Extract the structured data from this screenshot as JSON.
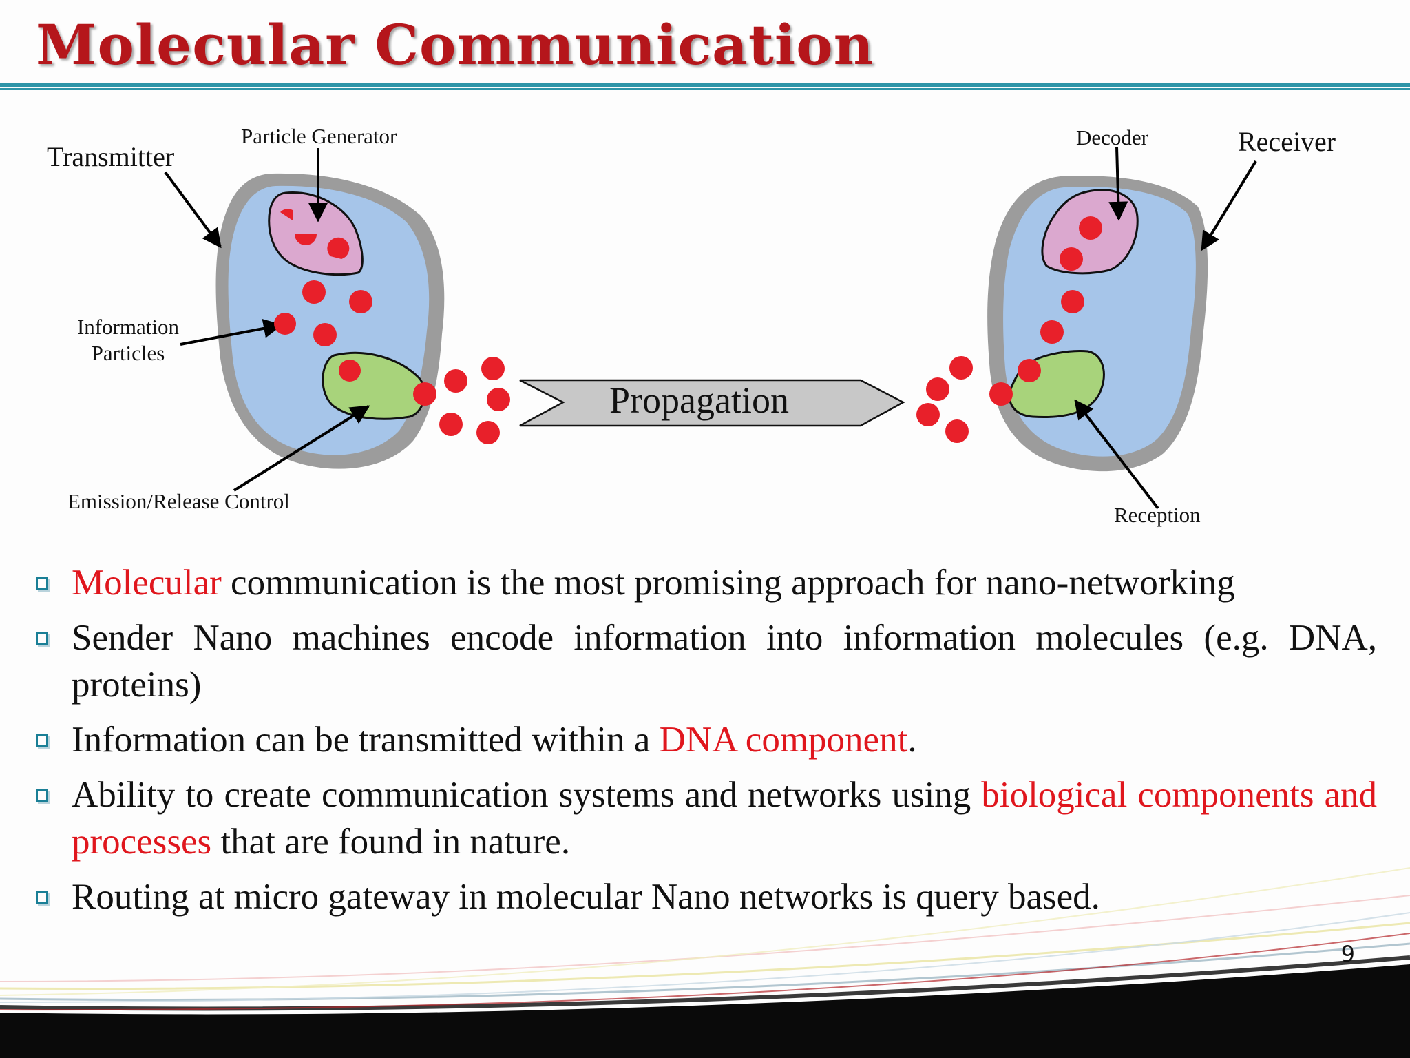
{
  "slide": {
    "title": "Molecular Communication",
    "page_number": "9"
  },
  "diagram": {
    "transmitter_label": "Transmitter",
    "particle_generator_label": "Particle Generator",
    "information_particles_line1": "Information",
    "information_particles_line2": "Particles",
    "emission_label": "Emission/Release Control",
    "propagation_label": "Propagation",
    "decoder_label": "Decoder",
    "receiver_label": "Receiver",
    "reception_label": "Reception",
    "colors": {
      "cell_fill": "#a6c5e9",
      "membrane": "#9c9c9c",
      "generator_fill": "#dba8cf",
      "emitter_fill": "#a8d37b",
      "particle": "#e8202a",
      "arrow_fill": "#c8c8c8"
    }
  },
  "bullets": [
    {
      "parts": [
        {
          "text": "Molecular",
          "red": true
        },
        {
          "text": " communication is the most promising approach for nano-networking",
          "red": false
        }
      ]
    },
    {
      "parts": [
        {
          "text": "Sender Nano machines encode information into information molecules (e.g. DNA, proteins)",
          "red": false
        }
      ]
    },
    {
      "parts": [
        {
          "text": "Information can be transmitted within a ",
          "red": false
        },
        {
          "text": "DNA component",
          "red": true
        },
        {
          "text": ".",
          "red": false
        }
      ]
    },
    {
      "parts": [
        {
          "text": "Ability to create communication systems and networks using ",
          "red": false
        },
        {
          "text": "biological components and processes",
          "red": true
        },
        {
          "text": " that are found in nature.",
          "red": false
        }
      ]
    },
    {
      "parts": [
        {
          "text": "Routing at micro gateway in molecular Nano networks is query based.",
          "red": false
        }
      ]
    }
  ],
  "theme": {
    "title_color": "#b5161b",
    "rule_color": "#2e95a8",
    "accent_red": "#e0161d",
    "bullet_color": "#1a7f96"
  }
}
